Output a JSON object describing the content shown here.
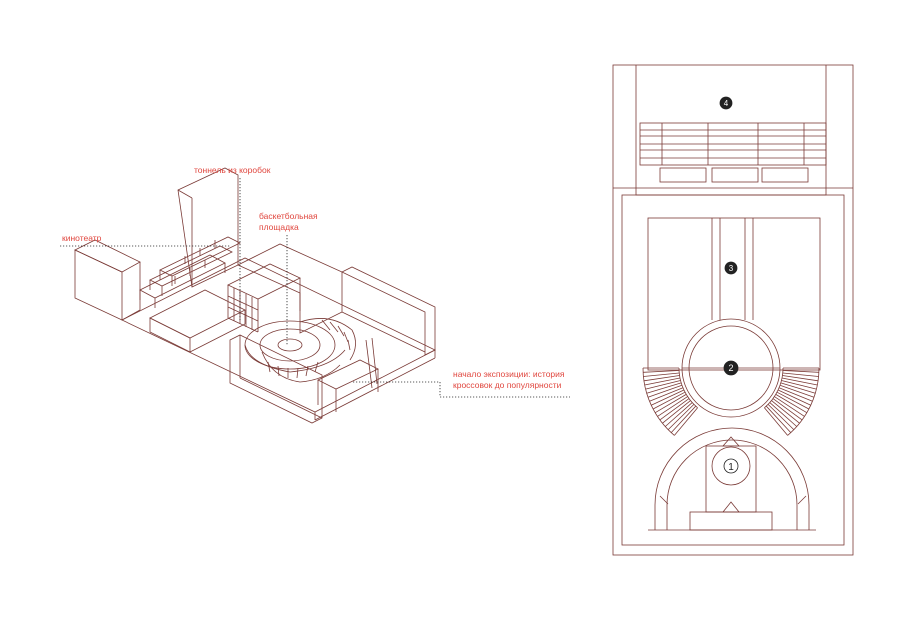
{
  "colors": {
    "line": "#7a3a36",
    "label": "#e0463e",
    "leader": "#222222"
  },
  "labels": {
    "cinema": "кинотеатр",
    "box_tunnel": "тоннель из коробок",
    "court_line1": "баскетбольная",
    "court_line2": "площадка",
    "start_line1": "начало экспозиции: история",
    "start_line2": "кроссовок до популярности"
  },
  "plan_zones": [
    {
      "label": "1"
    },
    {
      "label": "2"
    },
    {
      "label": "3"
    },
    {
      "label": "4"
    }
  ]
}
